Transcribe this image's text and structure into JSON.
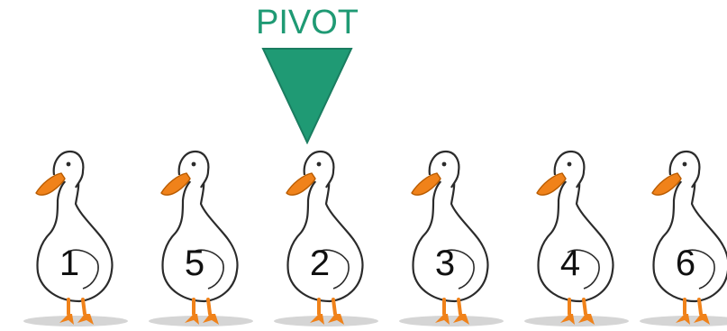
{
  "pivot": {
    "label": "PIVOT"
  },
  "ducks": [
    {
      "number": "1"
    },
    {
      "number": "5"
    },
    {
      "number": "2"
    },
    {
      "number": "3"
    },
    {
      "number": "4"
    },
    {
      "number": "6"
    }
  ],
  "colors": {
    "pivot": "#1f9a74",
    "beak_feet": "#f0821a",
    "outline": "#2b2b2b",
    "shadow": "#d5d5d5"
  },
  "icons": {
    "duck": "duck-icon",
    "pivot_marker": "down-triangle-icon"
  }
}
